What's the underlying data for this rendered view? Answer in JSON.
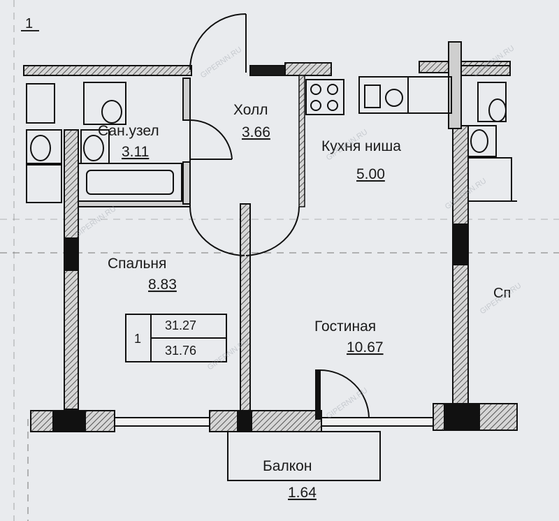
{
  "rooms": {
    "hall": {
      "name": "Холл",
      "area": "3.66"
    },
    "bathroom": {
      "name": "Сан.узел",
      "area": "3.11"
    },
    "kitchen": {
      "name": "Кухня ниша",
      "area": "5.00"
    },
    "bedroom": {
      "name": "Спальня",
      "area": "8.83"
    },
    "living": {
      "name": "Гостиная",
      "area": "10.67"
    },
    "balcony": {
      "name": "Балкон",
      "area": "1.64"
    }
  },
  "summary_box": {
    "rooms_count": "1",
    "area_top": "31.27",
    "area_bottom": "31.76"
  },
  "fragments": {
    "neighbor_right": "Сп",
    "top_left_mark": "1"
  },
  "watermark": "GIPERNN.RU"
}
